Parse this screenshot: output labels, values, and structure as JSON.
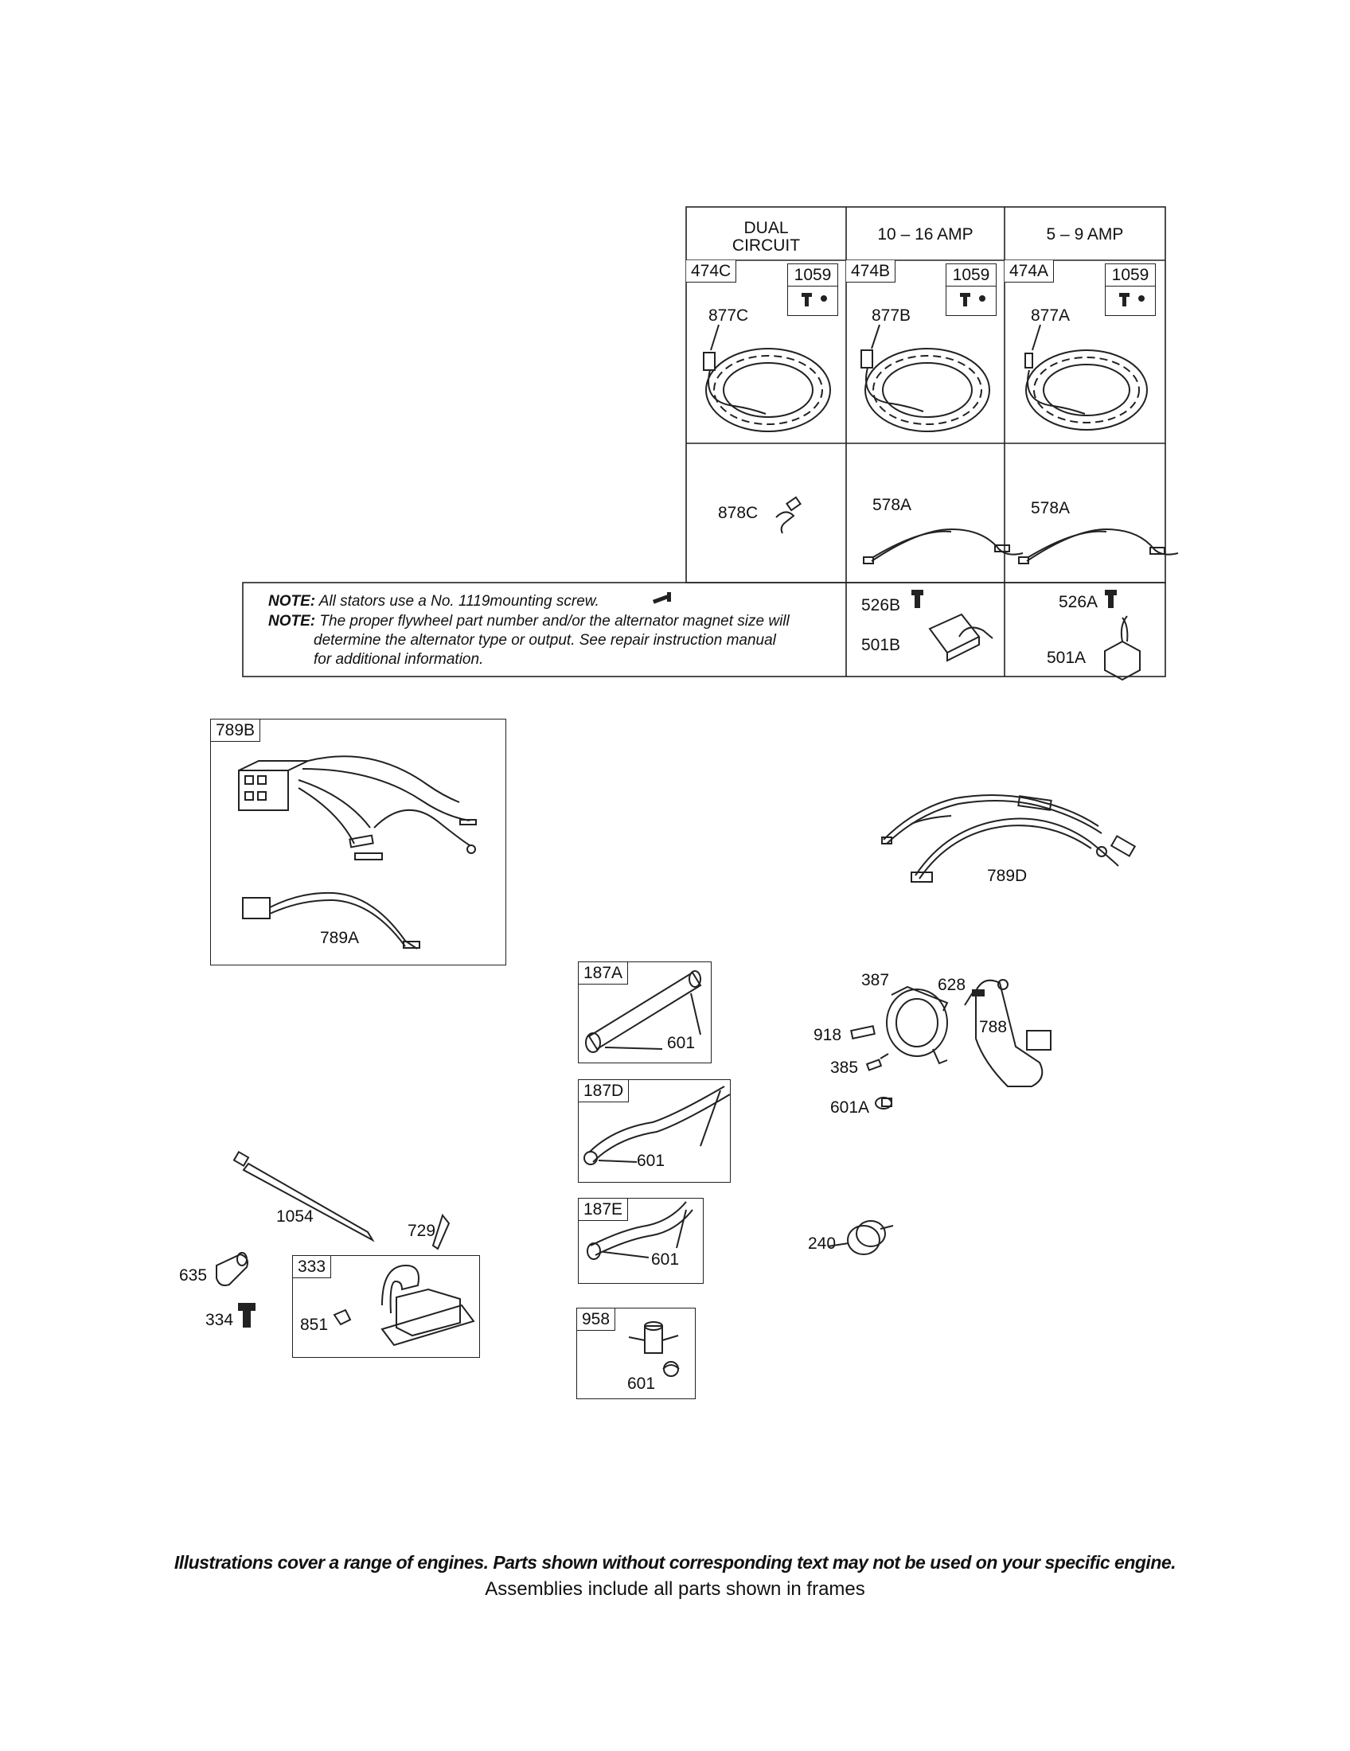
{
  "table": {
    "headers": [
      "DUAL\nCIRCUIT",
      "10 – 16 AMP",
      "5 – 9 AMP"
    ],
    "header_dual_line1": "DUAL",
    "header_dual_line2": "CIRCUIT",
    "header_mid": "10 – 16 AMP",
    "header_right": "5 – 9 AMP",
    "stator_boxes": [
      {
        "frame": "474C",
        "screw_frame": "1059",
        "stator": "877C"
      },
      {
        "frame": "474B",
        "screw_frame": "1059",
        "stator": "877B"
      },
      {
        "frame": "474A",
        "screw_frame": "1059",
        "stator": "877A"
      }
    ],
    "lead_labels": [
      "878C",
      "578A",
      "578A"
    ],
    "regulator": {
      "mid": {
        "screw": "526B",
        "regulator": "501B"
      },
      "right": {
        "screw": "526A",
        "regulator": "501A"
      }
    }
  },
  "notes": {
    "note_word": "NOTE:",
    "note1": "All stators use a No.  1119mounting screw.",
    "note2_line1": "The proper flywheel part number and/or the alternator magnet size will",
    "note2_line2": "determine the alternator type or output. See repair instruction manual",
    "note2_line3": "for additional information."
  },
  "parts": {
    "harness_frame": "789B",
    "harness_a": "789A",
    "harness_d": "789D",
    "line_187a": "187A",
    "line_187d": "187D",
    "line_187e": "187E",
    "valve_frame": "958",
    "clamp": "601",
    "pump_387": "387",
    "screw_628": "628",
    "bracket_788": "788",
    "fitting_918": "918",
    "screw_385": "385",
    "clamp_601a": "601A",
    "filter_240": "240",
    "tie_1054": "1054",
    "clip_729": "729",
    "boot_635": "635",
    "screw_334": "334",
    "coil_frame": "333",
    "terminal_851": "851"
  },
  "footer": {
    "line1": "Illustrations cover a range of engines. Parts shown without corresponding text may not be used on your specific engine.",
    "line2": "Assemblies include all parts shown in frames"
  }
}
